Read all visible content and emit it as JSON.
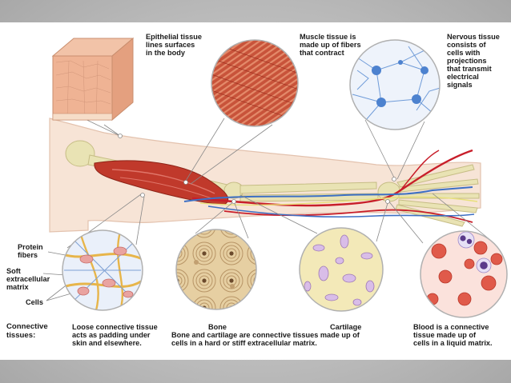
{
  "labels": {
    "epithelial": "Epithelial tissue\nlines surfaces\nin the body",
    "muscle": "Muscle tissue is\nmade up of fibers\nthat contract",
    "nervous": "Nervous tissue\nconsists of\ncells with\nprojections\nthat transmit\nelectrical\nsignals",
    "protein_fibers": "Protein\nfibers",
    "soft_matrix": "Soft\nextracellular\nmatrix",
    "cells": "Cells",
    "connective_tissues": "Connective\ntissues:",
    "loose": "Loose connective tissue\nacts as padding under\nskin and elsewhere.",
    "bone": "Bone",
    "cartilage": "Cartilage",
    "bone_cartilage": "Bone and cartilage are connective tissues made up of\ncells in a hard or stiff extracellular matrix.",
    "blood": "Blood is a connective\ntissue made up of\ncells in a liquid matrix."
  },
  "colors": {
    "skin": "#f7e4d6",
    "skin_outline": "#e3c2ae",
    "muscle": "#c0392b",
    "bone": "#e9e3b4",
    "artery": "#c81e2a",
    "vein": "#3d6fc4",
    "nerve": "#e8e07a"
  }
}
